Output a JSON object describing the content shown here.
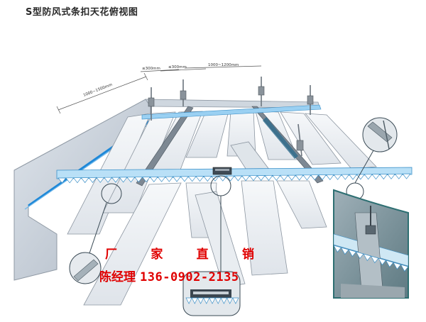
{
  "title": "S型防风式条扣天花俯视图",
  "dimensions": {
    "d1": "1000~1500mm",
    "d2": "≤300mm",
    "d3": "≤300mm",
    "d4": "1000~1200mm"
  },
  "promo": {
    "chars": [
      "厂",
      "家",
      "直",
      "销"
    ],
    "contact": "陈经理",
    "phone": "136-0902-2135"
  },
  "colors": {
    "accent_blue": "#1e88d8",
    "promo_red": "#e00000",
    "wall": "#c9d2dc",
    "panel": "#eef2f6",
    "detail_border": "#2d6f72"
  }
}
